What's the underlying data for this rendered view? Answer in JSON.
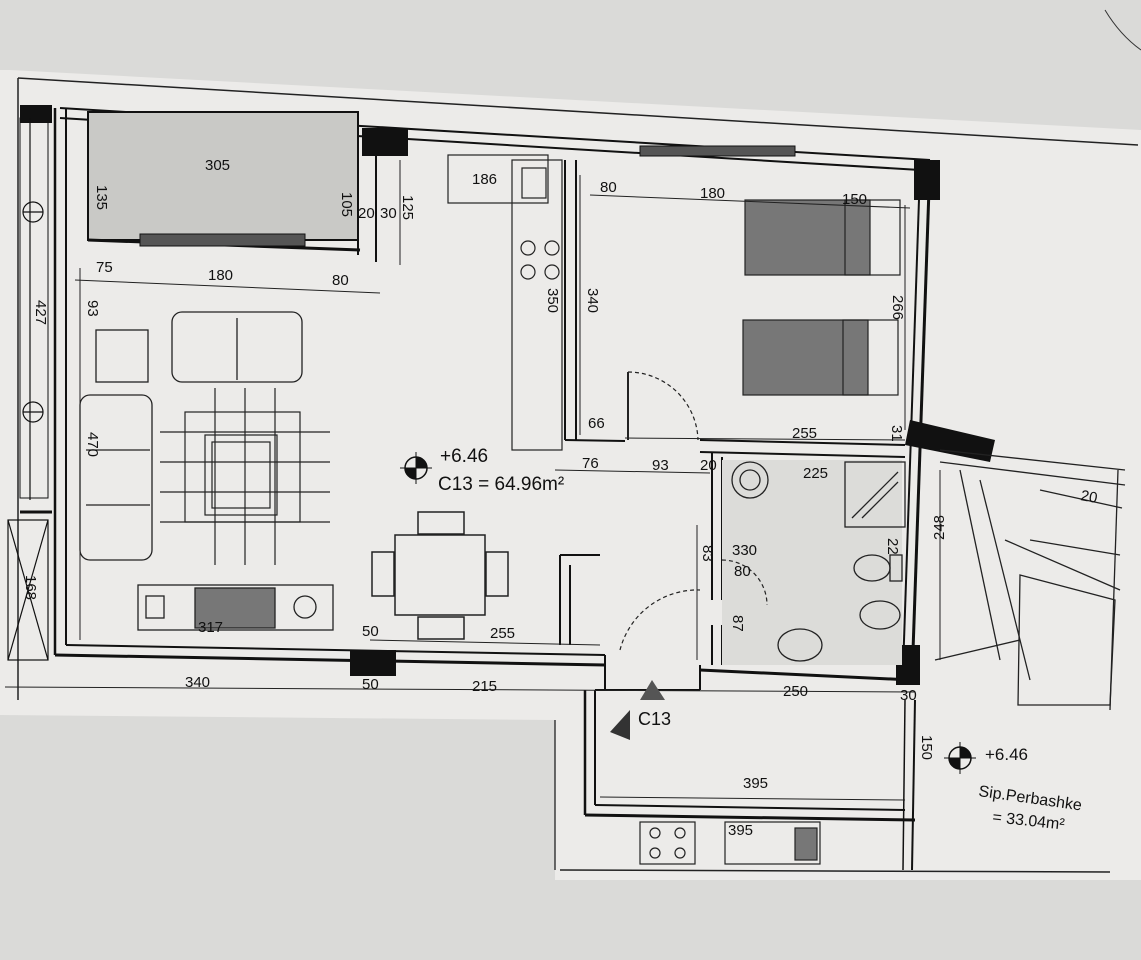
{
  "units": {
    "main": {
      "elevation": "+6.46",
      "label": "C13 = 64.96m²"
    },
    "shared": {
      "elevation": "+6.46",
      "label_line1": "Sip.Perbashke",
      "label_line2": "= 33.04m²"
    },
    "marker": "C13"
  },
  "dimensions": {
    "d305": "305",
    "d135": "135",
    "d105": "105",
    "d20": "20",
    "d30": "30",
    "d125": "125",
    "d75": "75",
    "d180a": "180",
    "d80a": "80",
    "d93a": "93",
    "d470": "470",
    "d427": "427",
    "d186": "186",
    "d350": "350",
    "d80b": "80",
    "d180b": "180",
    "d150a": "150",
    "d340a": "340",
    "d266": "266",
    "d66": "66",
    "d255a": "255",
    "d31": "31",
    "d76": "76",
    "d93b": "93",
    "d20b": "20",
    "d225": "225",
    "d330": "330",
    "d80c": "80",
    "d83": "83",
    "d248": "248",
    "d87": "87",
    "d317": "317",
    "d50a": "50",
    "d255b": "255",
    "d340b": "340",
    "d50b": "50",
    "d215": "215",
    "d250": "250",
    "d30b": "30",
    "d150b": "150",
    "d395a": "395",
    "d395b": "395",
    "d168": "168",
    "d22": "22",
    "d20c": "20"
  },
  "icons": [
    "compass-mark-icon",
    "bed-icon",
    "sofa-icon",
    "table-icon",
    "toilet-icon",
    "shower-icon",
    "sink-icon",
    "stove-icon",
    "stair-icon"
  ]
}
